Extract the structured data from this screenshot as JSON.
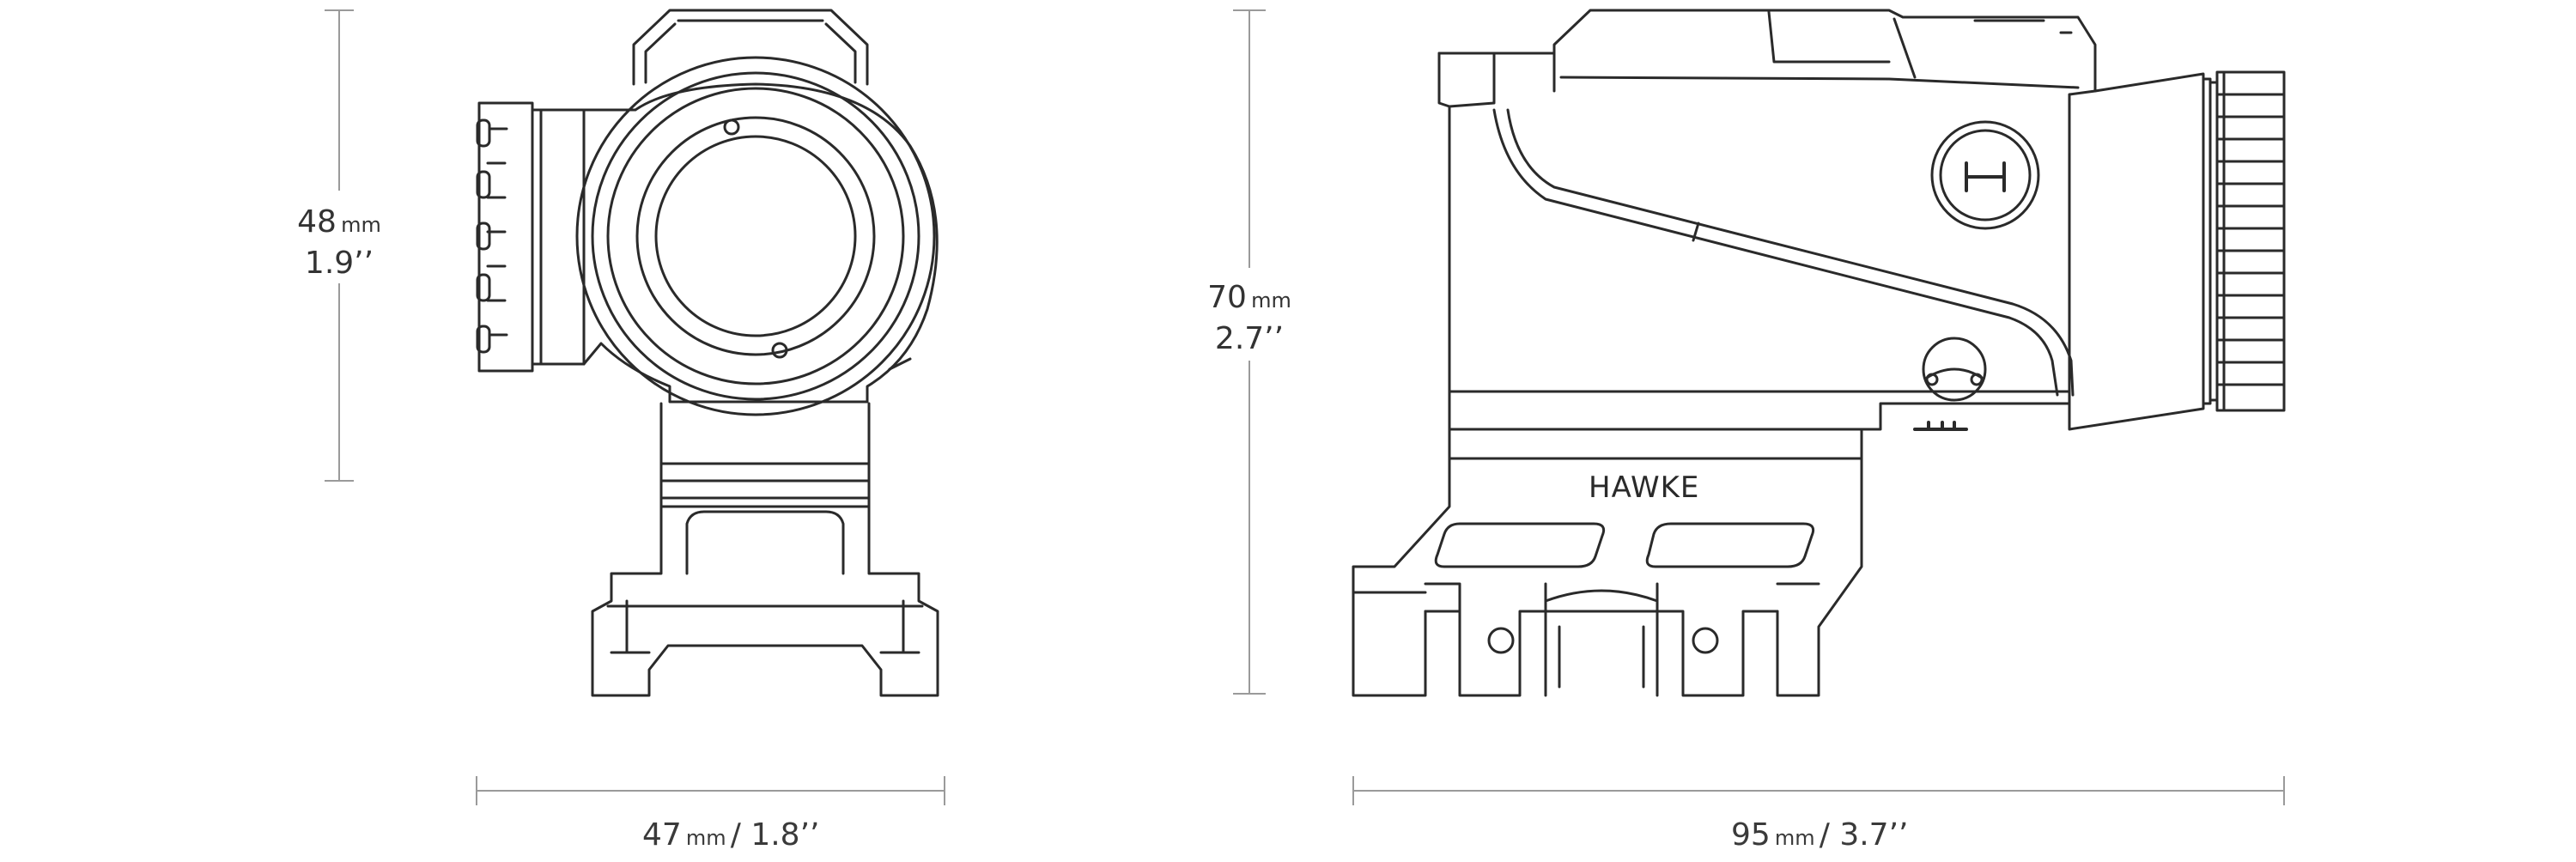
{
  "dimensions": {
    "front_height": {
      "value": "48",
      "unit": "mm",
      "imperial": "1.9’’"
    },
    "side_height": {
      "value": "70",
      "unit": "mm",
      "imperial": "2.7’’"
    },
    "front_width": {
      "value": "47",
      "unit": "mm",
      "imperial": "/ 1.8’’"
    },
    "side_length": {
      "value": "95",
      "unit": "mm",
      "imperial": "/ 3.7’’"
    }
  },
  "brand": {
    "logo_text": "HAWKE"
  },
  "colors": {
    "line": "#2a2a2a",
    "dim_line": "#9a9a9a",
    "text": "#3a3a3a",
    "background": "#ffffff"
  }
}
